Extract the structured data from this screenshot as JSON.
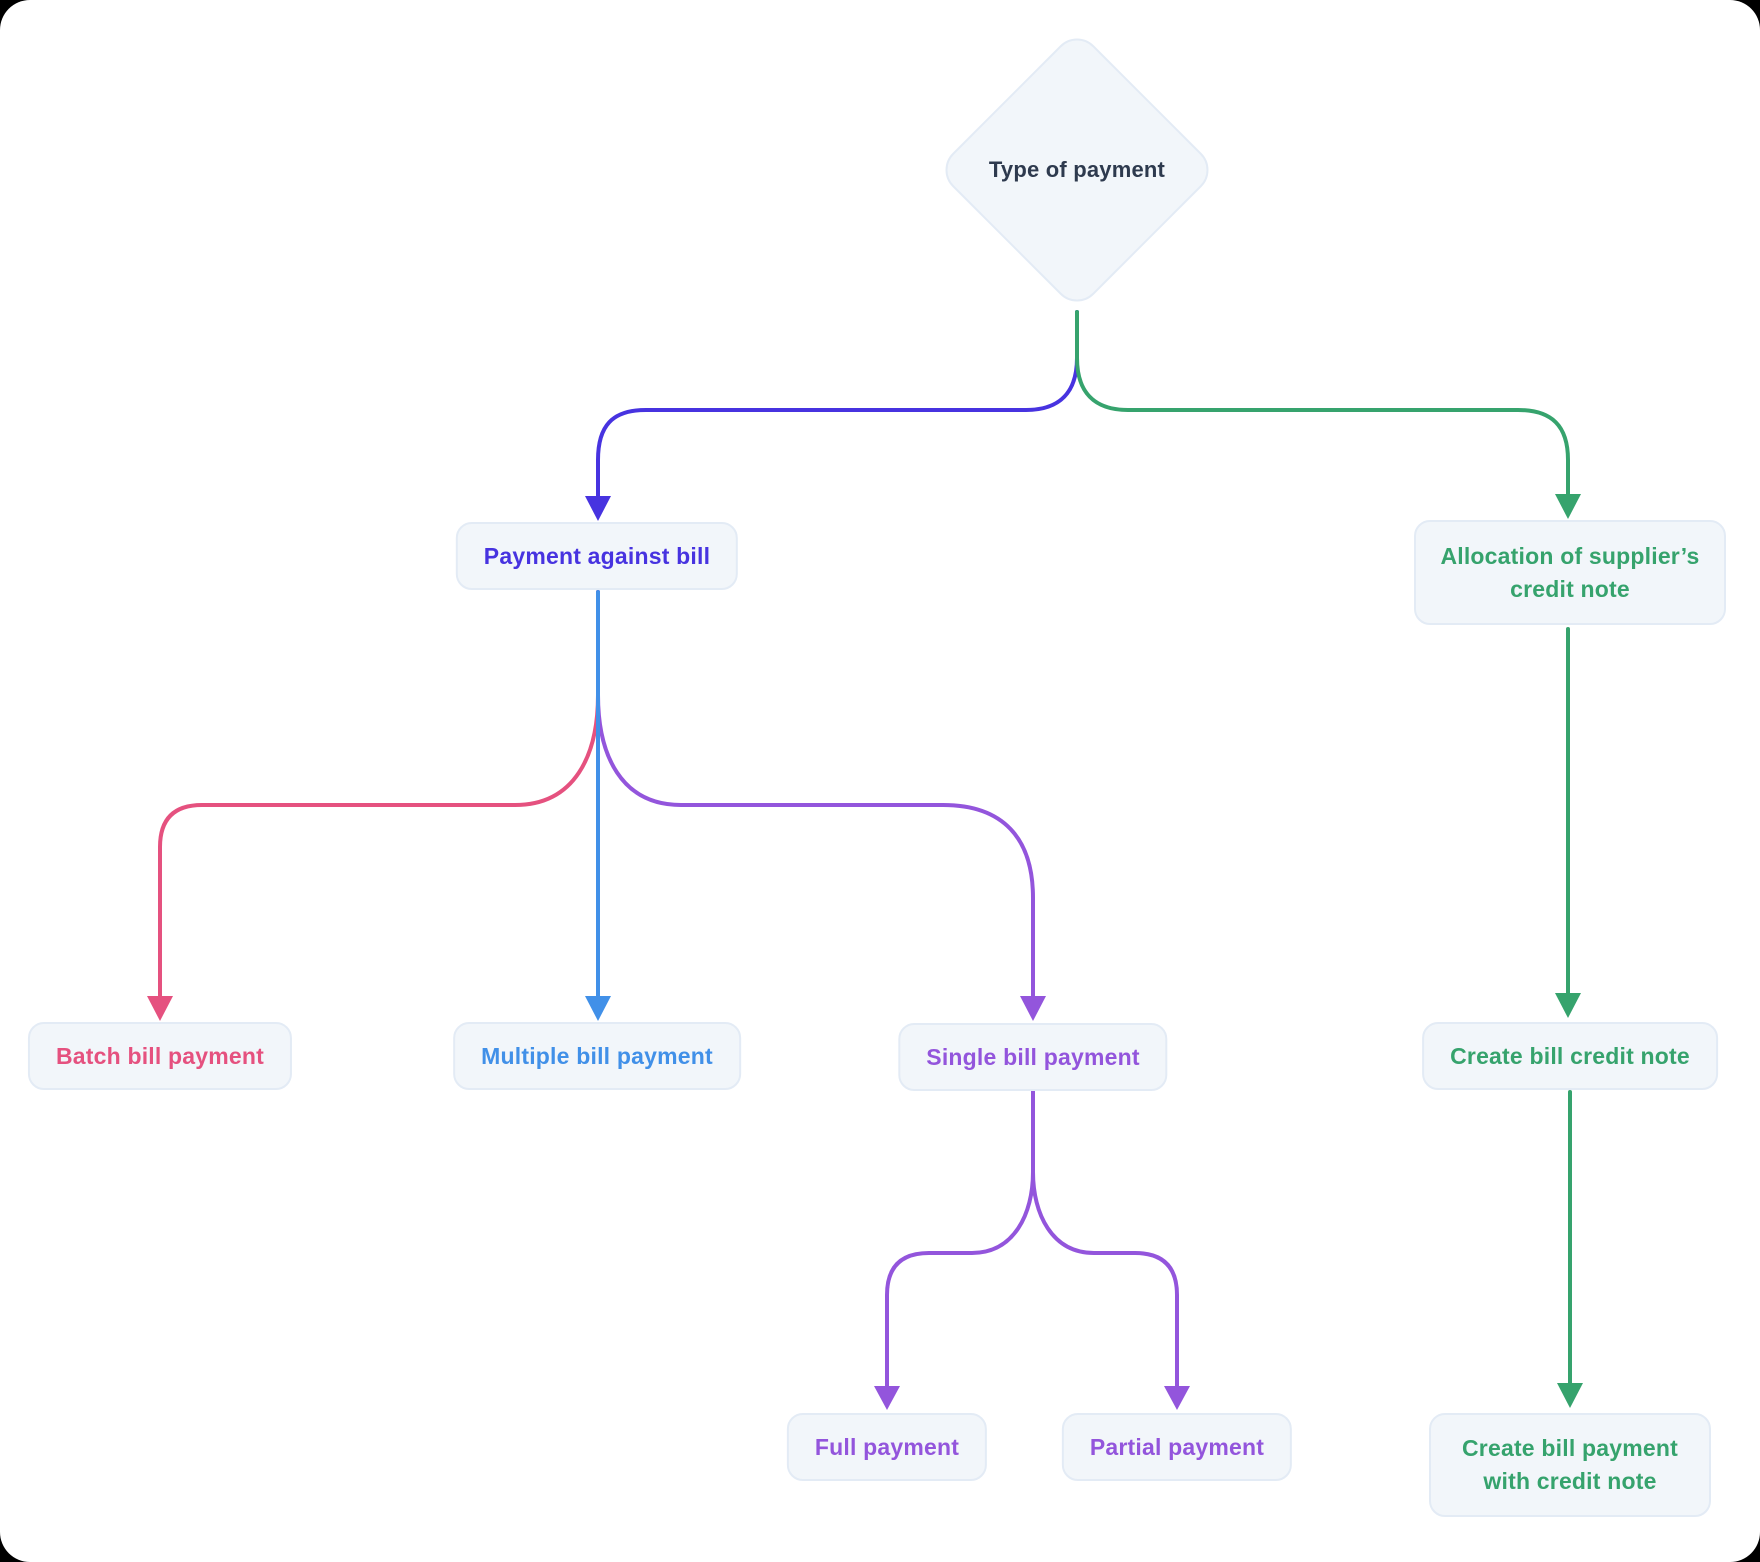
{
  "flowchart": {
    "root": {
      "label": "Type of payment"
    },
    "nodes": {
      "payment_against_bill": {
        "label": "Payment against bill"
      },
      "allocation_of_suppliers_credit_note": {
        "label": "Allocation of supplier’s credit note"
      },
      "batch_bill_payment": {
        "label": "Batch bill payment"
      },
      "multiple_bill_payment": {
        "label": "Multiple bill payment"
      },
      "single_bill_payment": {
        "label": "Single bill payment"
      },
      "create_bill_credit_note": {
        "label": "Create bill credit note"
      },
      "full_payment": {
        "label": "Full payment"
      },
      "partial_payment": {
        "label": "Partial payment"
      },
      "create_bill_payment_with_credit_note": {
        "label": "Create bill payment with credit note"
      }
    },
    "edges": [
      {
        "from": "type_of_payment",
        "to": "payment_against_bill",
        "color": "indigo"
      },
      {
        "from": "type_of_payment",
        "to": "allocation_of_suppliers_credit_note",
        "color": "green"
      },
      {
        "from": "payment_against_bill",
        "to": "batch_bill_payment",
        "color": "pink"
      },
      {
        "from": "payment_against_bill",
        "to": "multiple_bill_payment",
        "color": "blue"
      },
      {
        "from": "payment_against_bill",
        "to": "single_bill_payment",
        "color": "purple"
      },
      {
        "from": "single_bill_payment",
        "to": "full_payment",
        "color": "purple"
      },
      {
        "from": "single_bill_payment",
        "to": "partial_payment",
        "color": "purple"
      },
      {
        "from": "allocation_of_suppliers_credit_note",
        "to": "create_bill_credit_note",
        "color": "green"
      },
      {
        "from": "create_bill_credit_note",
        "to": "create_bill_payment_with_credit_note",
        "color": "green"
      }
    ],
    "colors": {
      "indigo": "#4733e0",
      "green": "#36a36d",
      "pink": "#e5517f",
      "blue": "#4190e8",
      "purple": "#9355dc",
      "root_text": "#2e3a4e",
      "node_bg": "#f2f6fa",
      "node_border": "#e3ebf5",
      "page_bg": "#ffffff"
    }
  }
}
